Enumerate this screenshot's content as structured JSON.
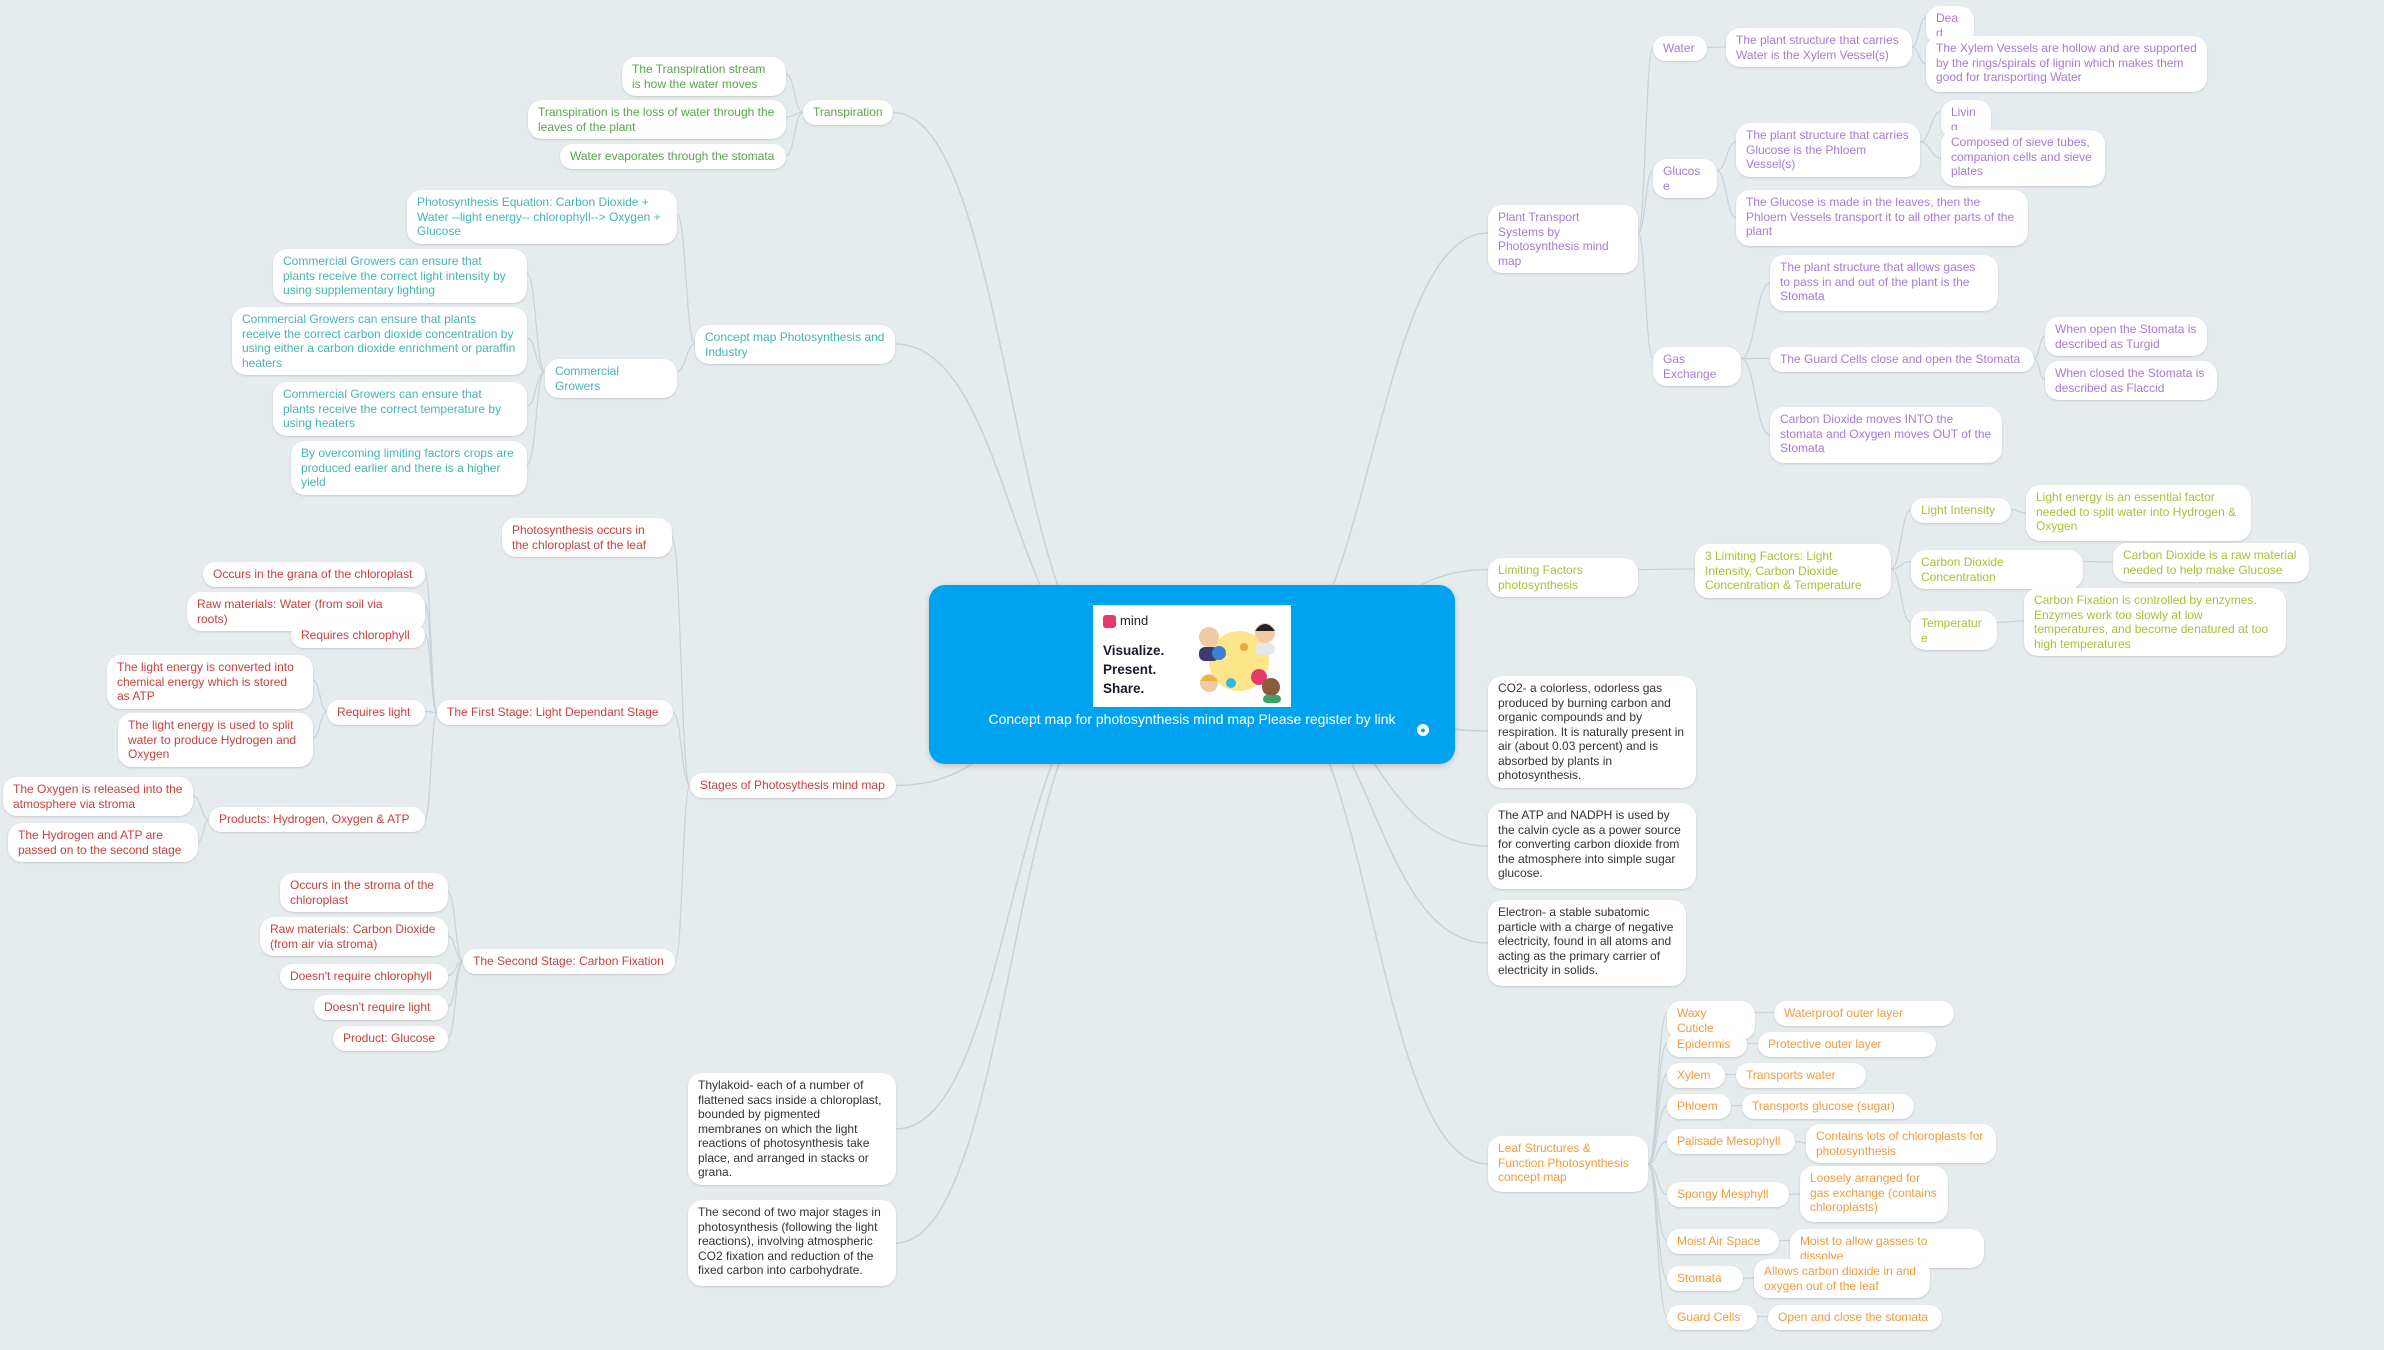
{
  "colors": {
    "background": "#e6ebee",
    "center": "#00a3ef",
    "edge": "#c9d2d8",
    "green": "#56a64b",
    "teal": "#45b5b0",
    "red": "#c8413b",
    "purple": "#a57bd6",
    "lime": "#a8c038",
    "orange": "#f39a3c",
    "dark": "#333333"
  },
  "center": {
    "banner_brand": "mind",
    "banner_tagline": [
      "Visualize.",
      "Present.",
      "Share."
    ],
    "title": "Concept map for photosynthesis mind map Please register by link"
  },
  "nodes": [
    {
      "id": "transpiration",
      "text": "Transpiration",
      "color": "green"
    },
    {
      "id": "tr1",
      "text": "The Transpiration stream is how the water moves",
      "color": "green"
    },
    {
      "id": "tr2",
      "text": "Transpiration is the loss of water through the leaves of the plant",
      "color": "green"
    },
    {
      "id": "tr3",
      "text": "Water evaporates through the stomata",
      "color": "green"
    },
    {
      "id": "industry",
      "text": "Concept map Photosynthesis and Industry",
      "color": "teal"
    },
    {
      "id": "equation",
      "text": "Photosynthesis Equation: Carbon Dioxide + Water --light energy-- chlorophyll--> Oxygen + Glucose",
      "color": "teal"
    },
    {
      "id": "growers",
      "text": "Commercial Growers",
      "color": "teal"
    },
    {
      "id": "cg1",
      "text": "Commercial Growers can ensure that plants receive the correct light intensity by using supplementary lighting",
      "color": "teal"
    },
    {
      "id": "cg2",
      "text": "Commercial Growers can ensure that plants receive the correct carbon dioxide concentration by using either a carbon dioxide enrichment or paraffin heaters",
      "color": "teal"
    },
    {
      "id": "cg3",
      "text": "Commercial Growers can ensure that plants receive the correct temperature by using heaters",
      "color": "teal"
    },
    {
      "id": "cg4",
      "text": "By overcoming limiting factors crops are produced earlier and there is a higher yield",
      "color": "teal"
    },
    {
      "id": "stages",
      "text": "Stages of Photosythesis mind map",
      "color": "red"
    },
    {
      "id": "occurs",
      "text": "Photosynthesis occurs in the chloroplast of the leaf",
      "color": "red"
    },
    {
      "id": "first",
      "text": "The First Stage: Light Dependant Stage",
      "color": "red"
    },
    {
      "id": "f1",
      "text": "Occurs in the grana of the chloroplast",
      "color": "red"
    },
    {
      "id": "f2",
      "text": "Raw materials: Water (from soil via roots)",
      "color": "red"
    },
    {
      "id": "f3",
      "text": "Requires chlorophyll",
      "color": "red"
    },
    {
      "id": "f4",
      "text": "Requires light",
      "color": "red"
    },
    {
      "id": "f4a",
      "text": "The light energy is converted into chemical energy which is stored as ATP",
      "color": "red"
    },
    {
      "id": "f4b",
      "text": "The light energy is used to split water to produce Hydrogen and Oxygen",
      "color": "red"
    },
    {
      "id": "f5",
      "text": "Products: Hydrogen, Oxygen & ATP",
      "color": "red"
    },
    {
      "id": "f5a",
      "text": "The Oxygen is released into the atmosphere via stroma",
      "color": "red"
    },
    {
      "id": "f5b",
      "text": "The Hydrogen and ATP are passed on to the second stage",
      "color": "red"
    },
    {
      "id": "second",
      "text": "The Second Stage: Carbon Fixation",
      "color": "red"
    },
    {
      "id": "s1",
      "text": "Occurs in the stroma of the chloroplast",
      "color": "red"
    },
    {
      "id": "s2",
      "text": "Raw materials: Carbon Dioxide (from air via stroma)",
      "color": "red"
    },
    {
      "id": "s3",
      "text": "Doesn't require chlorophyll",
      "color": "red"
    },
    {
      "id": "s4",
      "text": "Doesn't require light",
      "color": "red"
    },
    {
      "id": "s5",
      "text": "Product: Glucose",
      "color": "red"
    },
    {
      "id": "thylakoid",
      "text": "Thylakoid- each of a number of flattened sacs inside a chloroplast, bounded by pigmented membranes on which the light reactions of photosynthesis take place, and arranged in stacks or grana.",
      "color": "dark"
    },
    {
      "id": "secondstage",
      "text": "The second of two major stages in photosynthesis (following the light reactions), involving atmospheric CO2 fixation and reduction of the fixed carbon into carbohydrate.",
      "color": "dark"
    },
    {
      "id": "transport",
      "text": "Plant Transport Systems by Photosynthesis mind map",
      "color": "purple"
    },
    {
      "id": "water",
      "text": "Water",
      "color": "purple"
    },
    {
      "id": "xylem",
      "text": "The plant structure that carries Water is the Xylem Vessel(s)",
      "color": "purple"
    },
    {
      "id": "dead",
      "text": "Dead",
      "color": "purple"
    },
    {
      "id": "xylem2",
      "text": "The Xylem Vessels are hollow and are supported by the rings/spirals of lignin which makes them good for transporting Water",
      "color": "purple"
    },
    {
      "id": "glucose",
      "text": "Glucose",
      "color": "purple"
    },
    {
      "id": "phloem",
      "text": "The plant structure that carries Glucose is the Phloem Vessel(s)",
      "color": "purple"
    },
    {
      "id": "living",
      "text": "Living",
      "color": "purple"
    },
    {
      "id": "sieve",
      "text": "Composed of sieve tubes, companion cells and sieve plates",
      "color": "purple"
    },
    {
      "id": "glucose2",
      "text": "The Glucose is made in the leaves, then the Phloem Vessels transport it to all other parts of the plant",
      "color": "purple"
    },
    {
      "id": "gas",
      "text": "Gas Exchange",
      "color": "purple"
    },
    {
      "id": "stomata",
      "text": "The plant structure that allows gases to pass in and out of the plant is the Stomata",
      "color": "purple"
    },
    {
      "id": "guard",
      "text": "The Guard Cells close and open the Stomata",
      "color": "purple"
    },
    {
      "id": "turgid",
      "text": "When open the Stomata is described as Turgid",
      "color": "purple"
    },
    {
      "id": "flaccid",
      "text": "When closed the Stomata is described as Flaccid",
      "color": "purple"
    },
    {
      "id": "co2in",
      "text": "Carbon Dioxide moves INTO the stomata and Oxygen moves OUT of the Stomata",
      "color": "purple"
    },
    {
      "id": "limiting",
      "text": "Limiting Factors photosynthesis",
      "color": "lime"
    },
    {
      "id": "three",
      "text": "3 Limiting Factors: Light Intensity, Carbon Dioxide Concentration & Temperature",
      "color": "lime"
    },
    {
      "id": "light",
      "text": "Light Intensity",
      "color": "lime"
    },
    {
      "id": "light2",
      "text": "Light energy is an essential factor needed to split water into Hydrogen & Oxygen",
      "color": "lime"
    },
    {
      "id": "co2c",
      "text": "Carbon Dioxide Concentration",
      "color": "lime"
    },
    {
      "id": "co2c2",
      "text": "Carbon Dioxide is a raw material needed to help make Glucose",
      "color": "lime"
    },
    {
      "id": "temp",
      "text": "Temperature",
      "color": "lime"
    },
    {
      "id": "temp2",
      "text": "Carbon Fixation is controlled by enzymes. Enzymes work too slowly at low temperatures, and become denatured at too high temperatures",
      "color": "lime"
    },
    {
      "id": "co2def",
      "text": "CO2- a colorless, odorless gas produced by burning carbon and organic compounds and by respiration. It is naturally present in air (about 0.03 percent) and is absorbed by plants in photosynthesis.",
      "color": "dark"
    },
    {
      "id": "atp",
      "text": "The ATP and NADPH is used by the calvin cycle as a power source for converting carbon dioxide from the atmosphere into simple sugar glucose.",
      "color": "dark"
    },
    {
      "id": "electron",
      "text": "Electron- a stable subatomic particle with a charge of negative electricity, found in all atoms and acting as the primary carrier of electricity in solids.",
      "color": "dark"
    },
    {
      "id": "leaf",
      "text": "Leaf Structures & Function Photosynthesis concept map",
      "color": "orange"
    },
    {
      "id": "waxy",
      "text": "Waxy Cuticle",
      "color": "orange"
    },
    {
      "id": "waxy2",
      "text": "Waterproof outer layer",
      "color": "orange"
    },
    {
      "id": "epi",
      "text": "Epidermis",
      "color": "orange"
    },
    {
      "id": "epi2",
      "text": "Protective outer layer",
      "color": "orange"
    },
    {
      "id": "xy",
      "text": "Xylem",
      "color": "orange"
    },
    {
      "id": "xy2",
      "text": "Transports water",
      "color": "orange"
    },
    {
      "id": "ph",
      "text": "Phloem",
      "color": "orange"
    },
    {
      "id": "ph2",
      "text": "Transports glucose (sugar)",
      "color": "orange"
    },
    {
      "id": "pal",
      "text": "Palisade Mesophyll",
      "color": "orange"
    },
    {
      "id": "pal2",
      "text": "Contains lots of chloroplasts for photosynthesis",
      "color": "orange"
    },
    {
      "id": "spo",
      "text": "Spongy Mesphyll",
      "color": "orange"
    },
    {
      "id": "spo2",
      "text": "Loosely arranged for gas exchange (contains chloroplasts)",
      "color": "orange"
    },
    {
      "id": "moist",
      "text": "Moist Air Space",
      "color": "orange"
    },
    {
      "id": "moist2",
      "text": "Moist to allow gasses to dissolve",
      "color": "orange"
    },
    {
      "id": "sto",
      "text": "Stomata",
      "color": "orange"
    },
    {
      "id": "sto2",
      "text": "Allows carbon dioxide in and oxygen out of the leaf",
      "color": "orange"
    },
    {
      "id": "gc",
      "text": "Guard Cells",
      "color": "orange"
    },
    {
      "id": "gc2",
      "text": "Open and close the stomata",
      "color": "orange"
    }
  ],
  "edges": [
    [
      "center",
      "transpiration"
    ],
    [
      "transpiration",
      "tr1"
    ],
    [
      "transpiration",
      "tr2"
    ],
    [
      "transpiration",
      "tr3"
    ],
    [
      "center",
      "industry"
    ],
    [
      "industry",
      "equation"
    ],
    [
      "industry",
      "growers"
    ],
    [
      "growers",
      "cg1"
    ],
    [
      "growers",
      "cg2"
    ],
    [
      "growers",
      "cg3"
    ],
    [
      "growers",
      "cg4"
    ],
    [
      "center",
      "stages"
    ],
    [
      "stages",
      "occurs"
    ],
    [
      "stages",
      "first"
    ],
    [
      "stages",
      "second"
    ],
    [
      "first",
      "f1"
    ],
    [
      "first",
      "f2"
    ],
    [
      "first",
      "f3"
    ],
    [
      "first",
      "f4"
    ],
    [
      "first",
      "f5"
    ],
    [
      "f4",
      "f4a"
    ],
    [
      "f4",
      "f4b"
    ],
    [
      "f5",
      "f5a"
    ],
    [
      "f5",
      "f5b"
    ],
    [
      "second",
      "s1"
    ],
    [
      "second",
      "s2"
    ],
    [
      "second",
      "s3"
    ],
    [
      "second",
      "s4"
    ],
    [
      "second",
      "s5"
    ],
    [
      "center",
      "thylakoid"
    ],
    [
      "center",
      "secondstage"
    ],
    [
      "center",
      "transport"
    ],
    [
      "transport",
      "water"
    ],
    [
      "transport",
      "glucose"
    ],
    [
      "transport",
      "gas"
    ],
    [
      "water",
      "xylem"
    ],
    [
      "xylem",
      "dead"
    ],
    [
      "xylem",
      "xylem2"
    ],
    [
      "glucose",
      "phloem"
    ],
    [
      "glucose",
      "glucose2"
    ],
    [
      "phloem",
      "living"
    ],
    [
      "phloem",
      "sieve"
    ],
    [
      "gas",
      "stomata"
    ],
    [
      "gas",
      "guard"
    ],
    [
      "gas",
      "co2in"
    ],
    [
      "guard",
      "turgid"
    ],
    [
      "guard",
      "flaccid"
    ],
    [
      "center",
      "limiting"
    ],
    [
      "limiting",
      "three"
    ],
    [
      "three",
      "light"
    ],
    [
      "three",
      "co2c"
    ],
    [
      "three",
      "temp"
    ],
    [
      "light",
      "light2"
    ],
    [
      "co2c",
      "co2c2"
    ],
    [
      "temp",
      "temp2"
    ],
    [
      "center",
      "co2def"
    ],
    [
      "center",
      "atp"
    ],
    [
      "center",
      "electron"
    ],
    [
      "center",
      "leaf"
    ],
    [
      "leaf",
      "waxy"
    ],
    [
      "leaf",
      "epi"
    ],
    [
      "leaf",
      "xy"
    ],
    [
      "leaf",
      "ph"
    ],
    [
      "leaf",
      "pal"
    ],
    [
      "leaf",
      "spo"
    ],
    [
      "leaf",
      "moist"
    ],
    [
      "leaf",
      "sto"
    ],
    [
      "leaf",
      "gc"
    ],
    [
      "waxy",
      "waxy2"
    ],
    [
      "epi",
      "epi2"
    ],
    [
      "xy",
      "xy2"
    ],
    [
      "ph",
      "ph2"
    ],
    [
      "pal",
      "pal2"
    ],
    [
      "spo",
      "spo2"
    ],
    [
      "moist",
      "moist2"
    ],
    [
      "sto",
      "sto2"
    ],
    [
      "gc",
      "gc2"
    ]
  ]
}
